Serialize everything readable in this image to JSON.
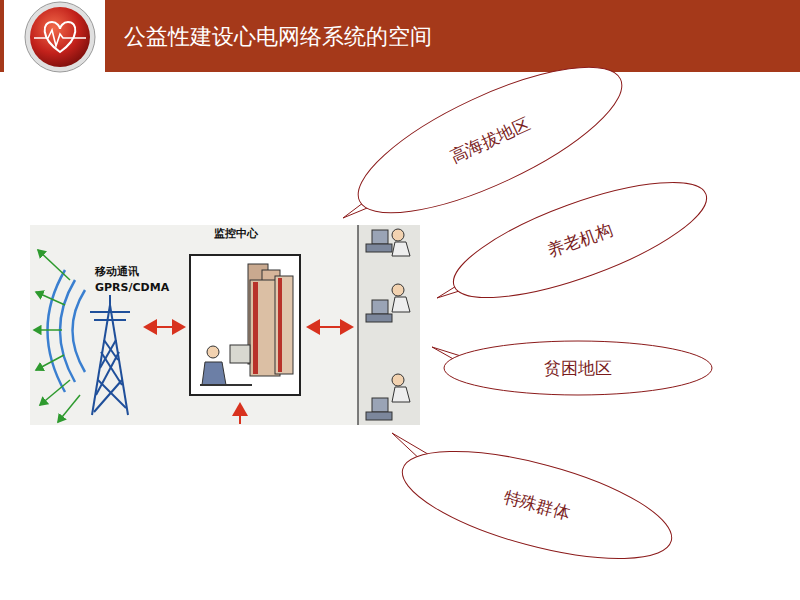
{
  "diagram": {
    "title": "公益性建设心电网络系统的空间",
    "nodes": [
      {
        "text": [
          "高海拔地区"
        ]
      },
      {
        "text": [
          "养老机构"
        ]
      },
      {
        "text": [
          "贫困地区"
        ]
      },
      {
        "text": [
          "特殊群体"
        ]
      }
    ],
    "labels": [
      "监控中心",
      "移动通讯",
      "GPRS/CDMA"
    ]
  }
}
